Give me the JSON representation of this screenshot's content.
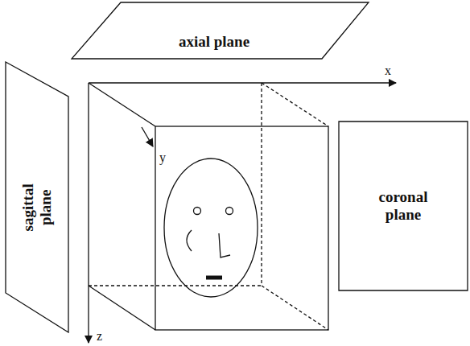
{
  "diagram": {
    "nodes": [
      {
        "text": [
          "axial plane"
        ]
      },
      {
        "text": [
          "sagittal plane"
        ]
      },
      {
        "text": [
          "coronal plane"
        ]
      }
    ],
    "labels": [
      "x",
      "y",
      "z"
    ]
  }
}
